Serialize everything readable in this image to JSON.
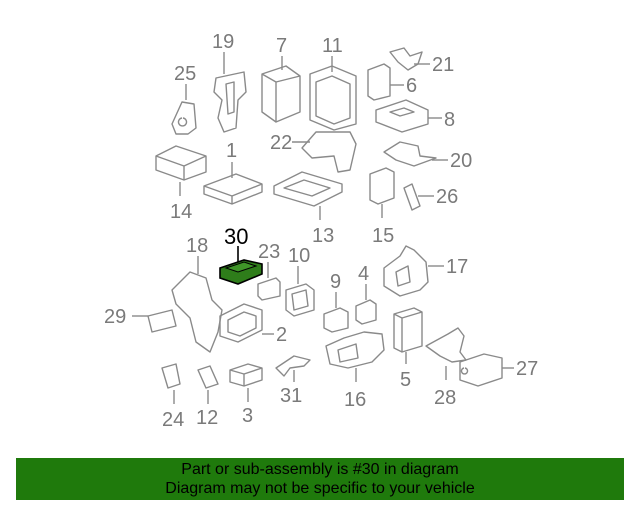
{
  "parts": [
    {
      "id": "19",
      "label": "19"
    },
    {
      "id": "7",
      "label": "7"
    },
    {
      "id": "11",
      "label": "11"
    },
    {
      "id": "21",
      "label": "21"
    },
    {
      "id": "25",
      "label": "25"
    },
    {
      "id": "6",
      "label": "6"
    },
    {
      "id": "8",
      "label": "8"
    },
    {
      "id": "22",
      "label": "22"
    },
    {
      "id": "20",
      "label": "20"
    },
    {
      "id": "1",
      "label": "1"
    },
    {
      "id": "14",
      "label": "14"
    },
    {
      "id": "26",
      "label": "26"
    },
    {
      "id": "13",
      "label": "13"
    },
    {
      "id": "15",
      "label": "15"
    },
    {
      "id": "30",
      "label": "30"
    },
    {
      "id": "18",
      "label": "18"
    },
    {
      "id": "23",
      "label": "23"
    },
    {
      "id": "10",
      "label": "10"
    },
    {
      "id": "17",
      "label": "17"
    },
    {
      "id": "9",
      "label": "9"
    },
    {
      "id": "4",
      "label": "4"
    },
    {
      "id": "29",
      "label": "29"
    },
    {
      "id": "2",
      "label": "2"
    },
    {
      "id": "27",
      "label": "27"
    },
    {
      "id": "5",
      "label": "5"
    },
    {
      "id": "31",
      "label": "31"
    },
    {
      "id": "16",
      "label": "16"
    },
    {
      "id": "28",
      "label": "28"
    },
    {
      "id": "24",
      "label": "24"
    },
    {
      "id": "12",
      "label": "12"
    },
    {
      "id": "3",
      "label": "3"
    }
  ],
  "highlight_part": "30",
  "colors": {
    "banner_bg": "#1f7a0c",
    "highlight_fill": "#2e7d1a",
    "part_stroke": "#8a8a8a",
    "label": "#7a7a7a"
  },
  "banner": {
    "line1": "Part or sub-assembly is #30 in diagram",
    "line2": "Diagram may not be specific to your vehicle"
  }
}
